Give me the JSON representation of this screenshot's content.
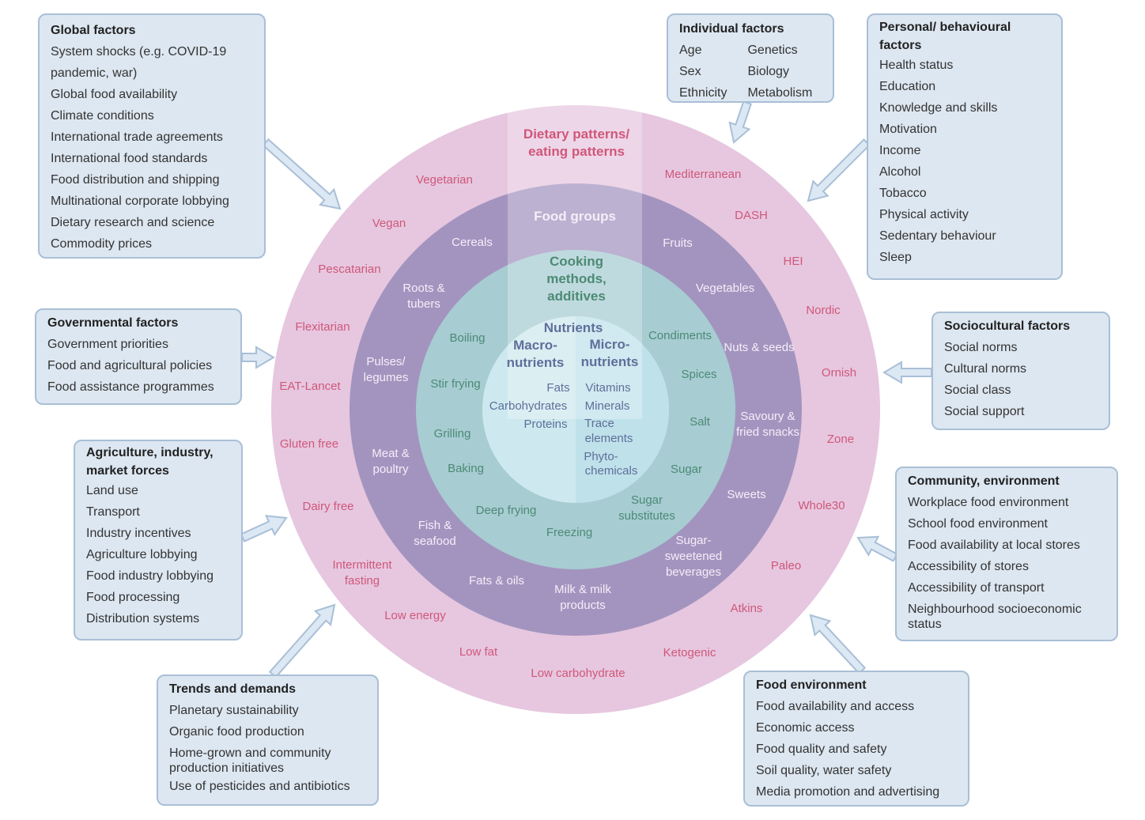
{
  "title": "Determinants of dietary patterns",
  "colors": {
    "outer_ring": "#e6c7df",
    "food_ring": "#a394bf",
    "cook_ring": "#a7ccd2",
    "nutrient_core": "#cde9ef",
    "highlight_column": "#ffffff",
    "box_fill": "#dde7f1",
    "box_border": "#a9bfd6",
    "diet_text": "#d0577a",
    "food_text": "#f4eef8",
    "cook_text": "#4c8a74",
    "nutrient_text": "#5e6f9a"
  },
  "rings": {
    "diet_header": [
      "Dietary patterns/",
      "eating patterns"
    ],
    "food_header": "Food groups",
    "cook_header": [
      "Cooking",
      "methods,",
      "additives"
    ],
    "nutrient_header": "Nutrients",
    "macro_header": [
      "Macro-",
      "nutrients"
    ],
    "micro_header": [
      "Micro-",
      "nutrients"
    ],
    "macro_items": [
      "Fats",
      "Carbohydrates",
      "Proteins"
    ],
    "micro_items": [
      "Vitamins",
      "Minerals",
      "Trace",
      "elements",
      "Phyto-",
      "chemicals"
    ],
    "diet_patterns": [
      "Vegetarian",
      "Vegan",
      "Pescatarian",
      "Flexitarian",
      "EAT-Lancet",
      "Gluten free",
      "Dairy free",
      "Intermittent fasting",
      "Low energy",
      "Low fat",
      "Low carbohydrate",
      "Ketogenic",
      "Atkins",
      "Paleo",
      "Whole30",
      "Zone",
      "Ornish",
      "Nordic",
      "HEI",
      "DASH",
      "Mediterranean"
    ],
    "food_groups": [
      "Cereals",
      "Roots & tubers",
      "Pulses/ legumes",
      "Meat & poultry",
      "Fish & seafood",
      "Fats & oils",
      "Milk & milk products",
      "Sugar-sweetened beverages",
      "Sweets",
      "Savoury & fried snacks",
      "Nuts & seeds",
      "Vegetables",
      "Fruits"
    ],
    "cooking": [
      "Boiling",
      "Stir frying",
      "Grilling",
      "Baking",
      "Deep frying",
      "Freezing",
      "Sugar substitutes",
      "Sugar",
      "Salt",
      "Spices",
      "Condiments"
    ]
  },
  "boxes": {
    "global": {
      "title": "Global factors",
      "items": [
        "System shocks (e.g. COVID-19",
        "pandemic, war)",
        "Global food availability",
        "Climate conditions",
        "International trade agreements",
        "International food standards",
        "Food distribution and shipping",
        "Multinational corporate lobbying",
        "Dietary research and science",
        "Commodity prices"
      ]
    },
    "individual": {
      "title": "Individual factors",
      "col1": [
        "Age",
        "Sex",
        "Ethnicity"
      ],
      "col2": [
        "Genetics",
        "Biology",
        "Metabolism"
      ]
    },
    "personal": {
      "title": "Personal/ behavioural factors",
      "items": [
        "Health status",
        "Education",
        "Knowledge and skills",
        "Motivation",
        "Income",
        "Alcohol",
        "Tobacco",
        "Physical activity",
        "Sedentary behaviour",
        "Sleep"
      ]
    },
    "governmental": {
      "title": "Governmental factors",
      "items": [
        "Government priorities",
        "Food and agricultural policies",
        "Food assistance programmes"
      ]
    },
    "sociocultural": {
      "title": "Sociocultural factors",
      "items": [
        "Social norms",
        "Cultural norms",
        "Social class",
        "Social support"
      ]
    },
    "agriculture": {
      "title": "Agriculture, industry, market forces",
      "items": [
        "Land use",
        "Transport",
        "Industry incentives",
        "Agriculture lobbying",
        "Food industry lobbying",
        "Food processing",
        "Distribution systems"
      ]
    },
    "community": {
      "title": "Community, environment",
      "items": [
        "Workplace food environment",
        "School food environment",
        "Food availability at local stores",
        "Accessibility of stores",
        "Accessibility of transport",
        "Neighbourhood socioeconomic status"
      ]
    },
    "trends": {
      "title": "Trends and demands",
      "items": [
        "Planetary sustainability",
        "Organic food production",
        "Home-grown and community production initiatives",
        "Use of pesticides and antibiotics"
      ]
    },
    "food_env": {
      "title": "Food environment",
      "items": [
        "Food availability and access",
        "Economic access",
        "Food quality and safety",
        "Soil quality, water safety",
        "Media promotion and advertising"
      ]
    }
  }
}
